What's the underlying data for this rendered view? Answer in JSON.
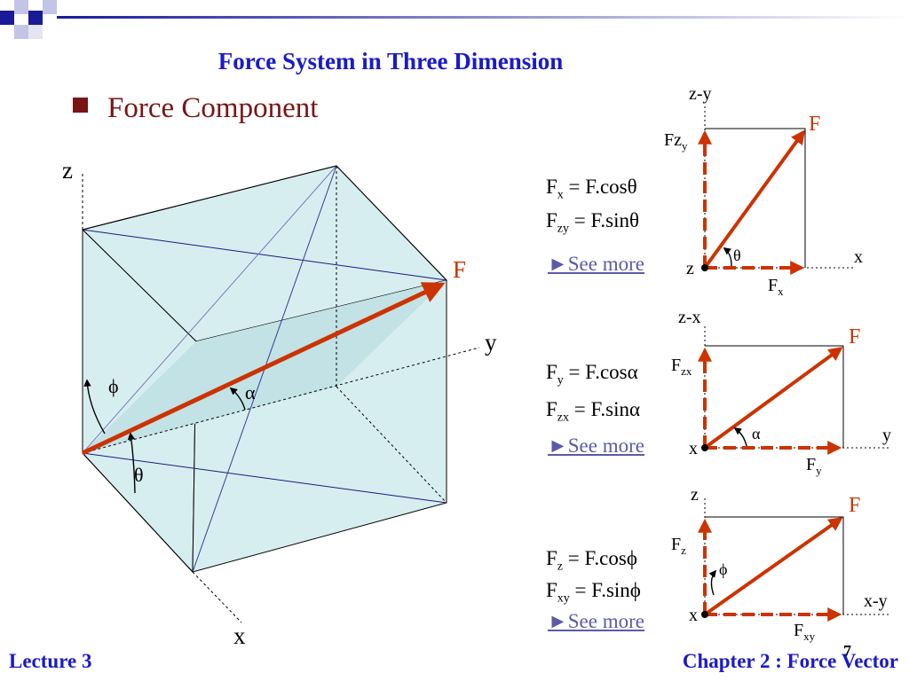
{
  "slide": {
    "title": "Force System in Three Dimension",
    "bullet": "Force Component",
    "footer_left": "Lecture 3",
    "footer_right": "Chapter 2 : Force Vector",
    "page_number": "7"
  },
  "cube": {
    "label_z": "z",
    "label_y": "y",
    "label_x": "x",
    "label_F": "F",
    "angle_phi": "ϕ",
    "angle_alpha": "α",
    "angle_theta": "θ"
  },
  "panels": [
    {
      "plane": "z-y",
      "vertical_axis": "z-y",
      "horizontal_axis": "x",
      "origin": "z",
      "force": "F",
      "vertical_comp": {
        "main": "Fz",
        "sub": "y"
      },
      "horizontal_comp": {
        "main": "F",
        "sub": "x"
      },
      "angle": "θ",
      "eq1": {
        "lhs_main": "F",
        "lhs_sub": "x",
        "rhs": " = F.cosθ"
      },
      "eq2": {
        "lhs_main": "F",
        "lhs_sub": "zy",
        "rhs": " = F.sinθ"
      },
      "link": "►See more"
    },
    {
      "plane": "z-x",
      "vertical_axis": "z-x",
      "horizontal_axis": "y",
      "origin": "x",
      "force": "F",
      "vertical_comp": {
        "main": "F",
        "sub": "zx"
      },
      "horizontal_comp": {
        "main": "F",
        "sub": "y"
      },
      "angle": "α",
      "eq1": {
        "lhs_main": "F",
        "lhs_sub": "y",
        "rhs": " = F.cosα"
      },
      "eq2": {
        "lhs_main": "F",
        "lhs_sub": "zx",
        "rhs": " = F.sinα"
      },
      "link": "►See more"
    },
    {
      "plane": "x-y",
      "vertical_axis": "z",
      "horizontal_axis": "x-y",
      "origin": "x",
      "force": "F",
      "vertical_comp": {
        "main": "F",
        "sub": "z"
      },
      "horizontal_comp": {
        "main": "F",
        "sub": "xy"
      },
      "angle": "ϕ",
      "eq1": {
        "lhs_main": "F",
        "lhs_sub": "z",
        "rhs": " = F.cosϕ"
      },
      "eq2": {
        "lhs_main": "F",
        "lhs_sub": "xy",
        "rhs": " = F.sinϕ"
      },
      "link": "►See more"
    }
  ],
  "colors": {
    "title": "#1a1ac8",
    "bullet": "#7a1414",
    "force_arrow": "#cc3300",
    "face_fill": "#d7eef0",
    "link": "#5a5aa8"
  }
}
